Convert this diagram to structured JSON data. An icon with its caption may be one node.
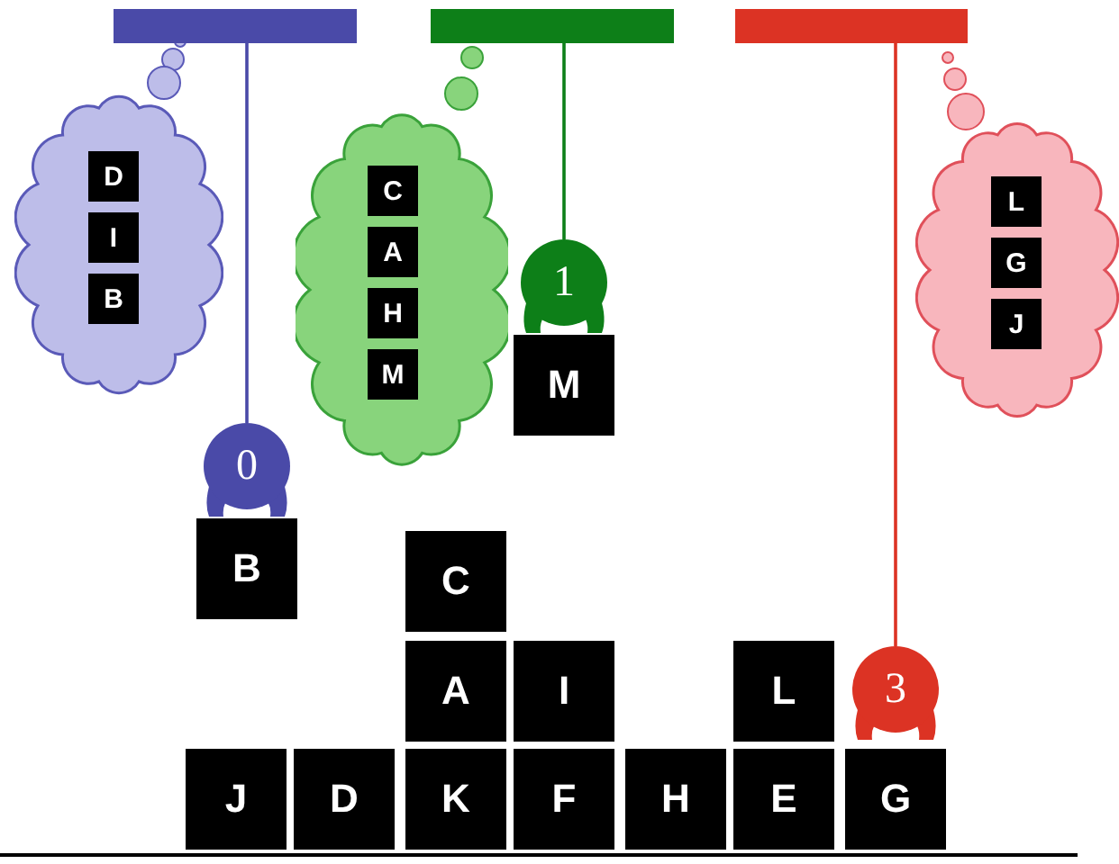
{
  "diagram": {
    "nodes": [
      {
        "text": [],
        "shape": "bar"
      },
      {
        "text": [],
        "shape": "bar"
      },
      {
        "text": [],
        "shape": "bar"
      },
      {
        "text": [],
        "shape": "cloud"
      },
      {
        "text": [
          "D"
        ],
        "in": 3
      },
      {
        "text": [
          "I"
        ],
        "in": 3
      },
      {
        "text": [
          "B"
        ],
        "in": 3
      },
      {
        "text": [],
        "shape": "cloud"
      },
      {
        "text": [
          "C"
        ],
        "in": 7
      },
      {
        "text": [
          "A"
        ],
        "in": 7
      },
      {
        "text": [
          "H"
        ],
        "in": 7
      },
      {
        "text": [
          "M"
        ],
        "in": 7
      },
      {
        "text": [
          "1"
        ]
      },
      {
        "text": [
          "M"
        ]
      },
      {
        "text": [],
        "shape": "cloud"
      },
      {
        "text": [
          "L"
        ],
        "in": 14
      },
      {
        "text": [
          "G"
        ],
        "in": 14
      },
      {
        "text": [
          "J"
        ],
        "in": 14
      },
      {
        "text": [
          "0"
        ]
      },
      {
        "text": [
          "B"
        ]
      },
      {
        "text": [
          "C"
        ]
      },
      {
        "text": [
          "A"
        ]
      },
      {
        "text": [
          "I"
        ]
      },
      {
        "text": [
          "L"
        ]
      },
      {
        "text": [
          "3"
        ]
      },
      {
        "text": [
          "J"
        ]
      },
      {
        "text": [
          "D"
        ]
      },
      {
        "text": [
          "K"
        ]
      },
      {
        "text": [
          "F"
        ]
      },
      {
        "text": [
          "H"
        ]
      },
      {
        "text": [
          "E"
        ]
      },
      {
        "text": [
          "G"
        ]
      }
    ],
    "edges": [
      {
        "from": 0,
        "to": 18,
        "arrow": "none",
        "color": "#4a4aa8"
      },
      {
        "from": 1,
        "to": 12,
        "arrow": "none",
        "color": "#0d7f18"
      },
      {
        "from": 2,
        "to": 24,
        "arrow": "none",
        "color": "#dc3324"
      }
    ]
  }
}
